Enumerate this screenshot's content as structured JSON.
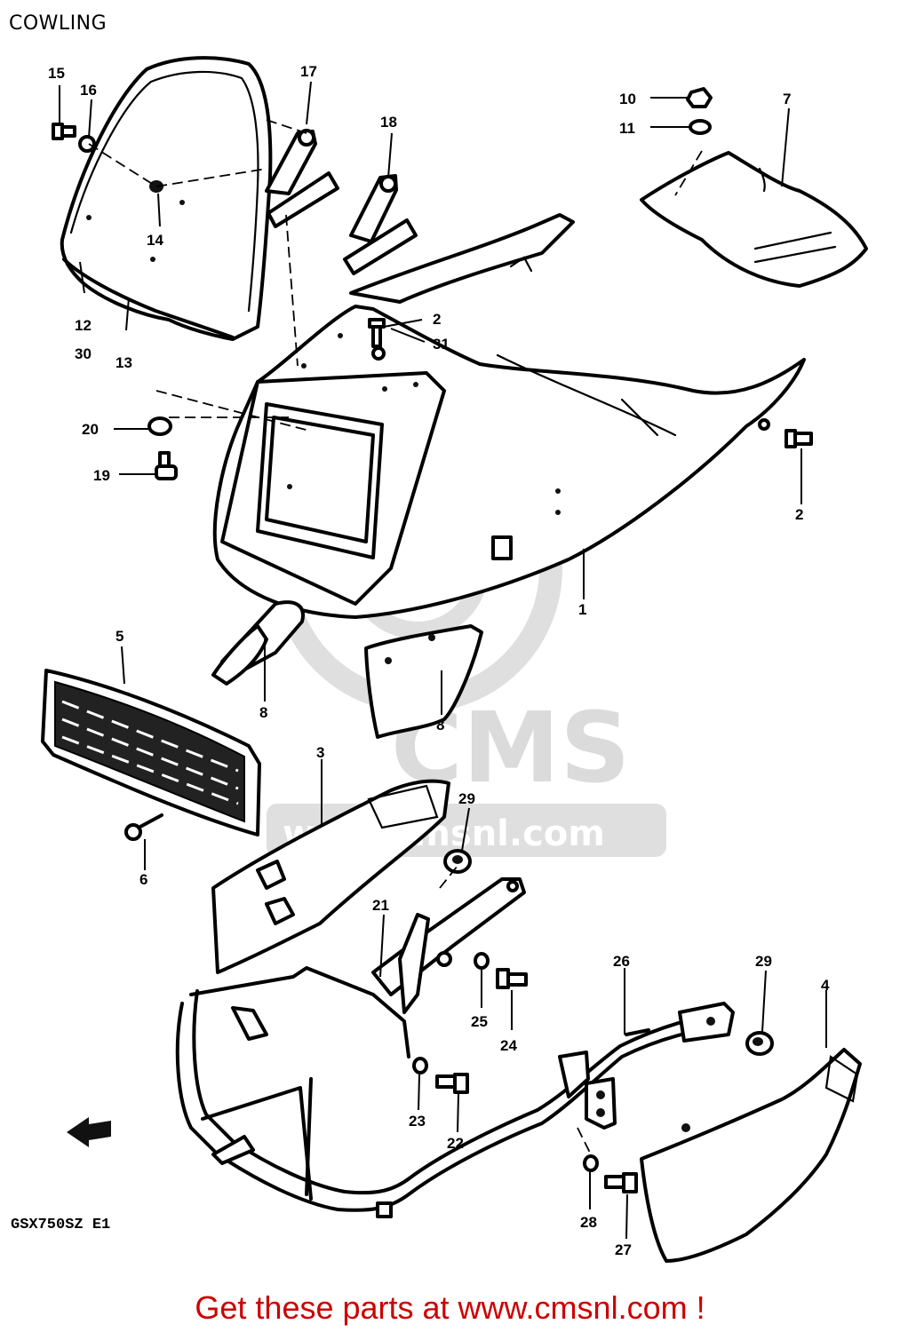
{
  "title": "COWLING",
  "model_code": "GSX750SZ E1",
  "footer_text": "Get these parts at www.cmsnl.com !",
  "watermark": {
    "brand": "CMS",
    "url": "www.cmsnl.com"
  },
  "colors": {
    "footer": "#cc0000",
    "lines": "#000000",
    "watermark": "#d8d8d8"
  },
  "part_labels": [
    "1",
    "2",
    "2",
    "3",
    "4",
    "5",
    "6",
    "7",
    "8",
    "8",
    "10",
    "11",
    "12",
    "30",
    "13",
    "14",
    "15",
    "16",
    "17",
    "18",
    "19",
    "20",
    "21",
    "22",
    "23",
    "24",
    "25",
    "26",
    "27",
    "28",
    "29",
    "29",
    "31"
  ]
}
